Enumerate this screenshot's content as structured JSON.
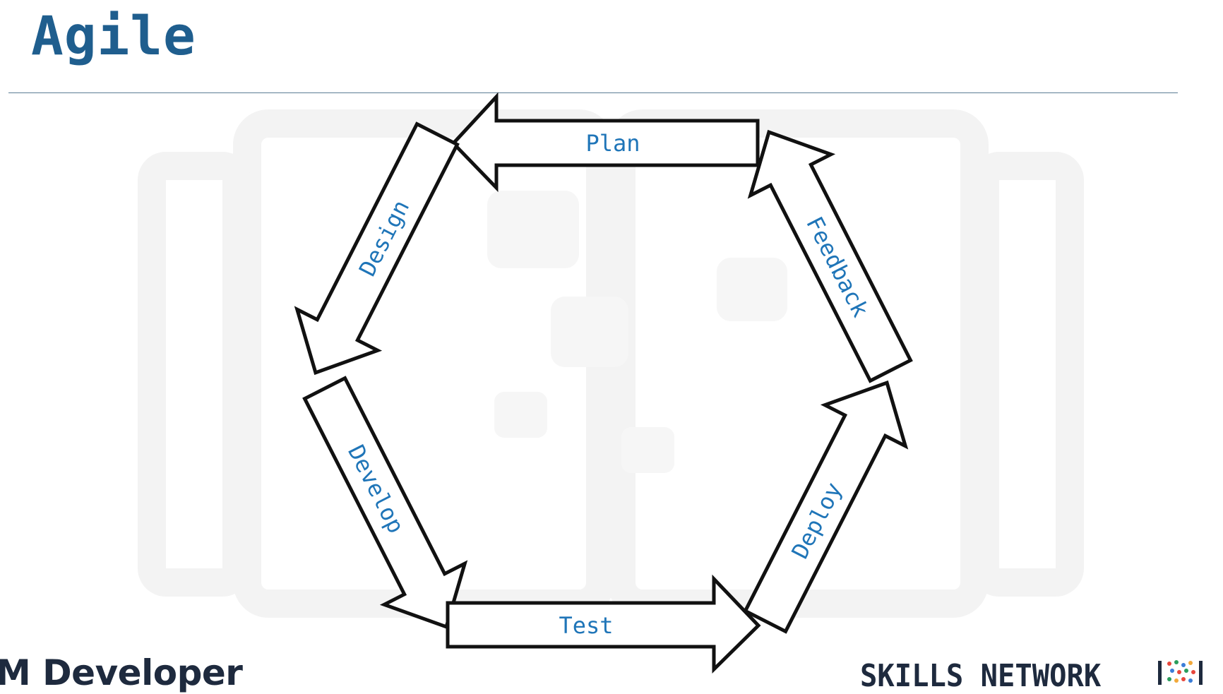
{
  "slide": {
    "title": "Agile"
  },
  "cycle": {
    "stages": [
      "Plan",
      "Design",
      "Develop",
      "Test",
      "Deploy",
      "Feedback"
    ]
  },
  "footer": {
    "left_text": "M Developer",
    "right_text": "SKILLS NETWORK"
  },
  "colors": {
    "title": "#1f5e8e",
    "label": "#1f75b8",
    "outline": "#111111",
    "footer_text": "#1e2a3e"
  }
}
